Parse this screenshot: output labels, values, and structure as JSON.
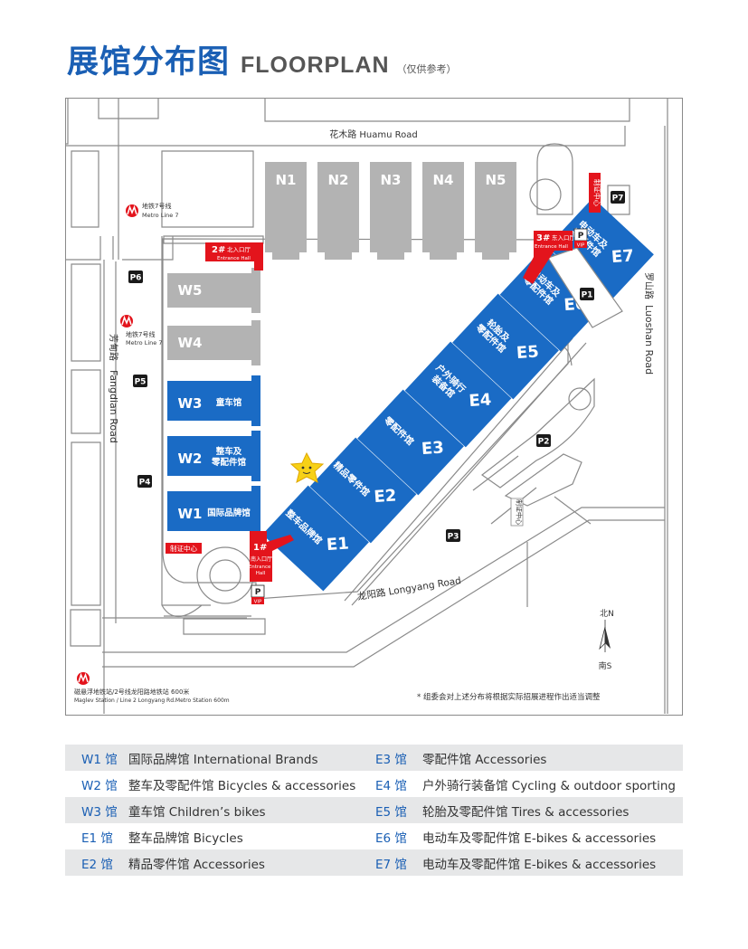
{
  "header": {
    "title_cn": "展馆分布图",
    "title_en": "FLOORPLAN",
    "title_note": "（仅供参考）"
  },
  "map": {
    "roads": {
      "huamu": "花木路  Huamu Road",
      "fangdian_cn": "芳甸路",
      "fangdian_en": "Fangdian Road",
      "luoshan_cn": "罗山路",
      "luoshan_en": "Luoshan Road",
      "longyang": "龙阳路  Longyang Road"
    },
    "metro_top": {
      "cn": "地铁7号线",
      "en": "Metro Line 7"
    },
    "metro_left": {
      "cn": "地铁7号线",
      "en": "Metro Line 7"
    },
    "metro_bottom": {
      "cn": "磁悬浮地铁站/2号线龙阳路地铁站  600米",
      "en": "Maglev Station / Line 2 Longyang Rd.Metro Station 600m"
    },
    "north_halls": [
      "N1",
      "N2",
      "N3",
      "N4",
      "N5"
    ],
    "grey_west_halls": [
      "W5",
      "W4"
    ],
    "west_halls": [
      {
        "code": "W3",
        "name": "童车馆"
      },
      {
        "code": "W2",
        "name": "整车及\n零配件馆"
      },
      {
        "code": "W1",
        "name": "国际品牌馆"
      }
    ],
    "east_halls": [
      {
        "code": "E1",
        "name": "整车品牌馆"
      },
      {
        "code": "E2",
        "name": "精品零件馆"
      },
      {
        "code": "E3",
        "name": "零配件馆"
      },
      {
        "code": "E4",
        "name": "户外骑行\n装备馆"
      },
      {
        "code": "E5",
        "name": "轮胎及\n零配件馆"
      },
      {
        "code": "E6",
        "name": "电动车及\n零配件馆"
      },
      {
        "code": "E7",
        "name": "电动车及\n零配件馆"
      }
    ],
    "entrances": {
      "e1": {
        "num": "1#",
        "cn": "南入口厅",
        "en": "Entrance\nHall"
      },
      "e2": {
        "num": "2#",
        "cn": "北入口厅",
        "en": "Entrance Hall"
      },
      "e3": {
        "num": "3#",
        "cn": "东入口厅",
        "en": "Entrance Hall"
      }
    },
    "parking": [
      "P1",
      "P2",
      "P3",
      "P4",
      "P5",
      "P6",
      "P7"
    ],
    "parking_p": "P",
    "vip": "VIP",
    "cert_center": "制证中心",
    "compass": {
      "north": "北N",
      "south": "南S"
    },
    "footnote": "* 组委会对上述分布将根据实际招展进程作出适当调整",
    "colors": {
      "blue": "#1a6bc5",
      "grey": "#b3b3b3",
      "red": "#e3141c",
      "road": "#8a8a8a"
    }
  },
  "legend": [
    [
      {
        "code": "W1 馆",
        "desc": "国际品牌馆 International Brands"
      },
      {
        "code": "E3 馆",
        "desc": "零配件馆 Accessories"
      }
    ],
    [
      {
        "code": "W2 馆",
        "desc": "整车及零配件馆 Bicycles & accessories"
      },
      {
        "code": "E4 馆",
        "desc": "户外骑行装备馆 Cycling & outdoor sporting"
      }
    ],
    [
      {
        "code": "W3 馆",
        "desc": "童车馆 Children’s bikes"
      },
      {
        "code": "E5 馆",
        "desc": "轮胎及零配件馆 Tires & accessories"
      }
    ],
    [
      {
        "code": "E1 馆",
        "desc": "整车品牌馆 Bicycles"
      },
      {
        "code": "E6 馆",
        "desc": "电动车及零配件馆 E-bikes & accessories"
      }
    ],
    [
      {
        "code": "E2 馆",
        "desc": "精品零件馆 Accessories"
      },
      {
        "code": "E7 馆",
        "desc": "电动车及零配件馆 E-bikes & accessories"
      }
    ]
  ]
}
